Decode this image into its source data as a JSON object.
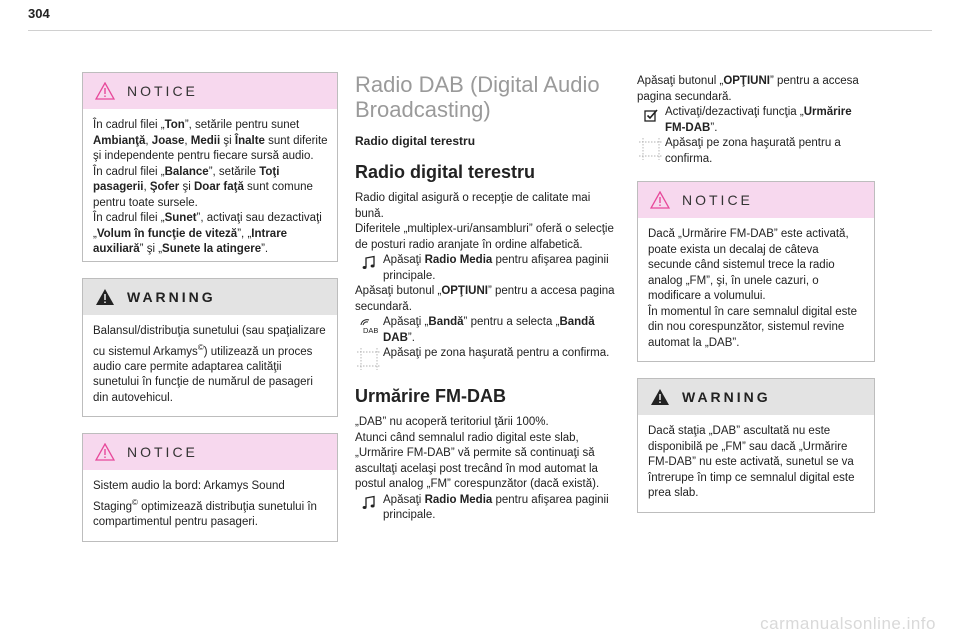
{
  "page": {
    "number": "304",
    "footer_logo": "carmanualsonline.info"
  },
  "col1": {
    "notice1": {
      "title": "NOTICE",
      "lines": [
        [
          "În cadrul filei „",
          "Ton",
          "”, setările pentru sunet "
        ],
        [
          "",
          "Ambianţă",
          ", ",
          "Joase",
          ", ",
          "Medii",
          " şi ",
          "Înalte",
          " sunt diferite şi independente pentru fiecare sursă audio."
        ],
        [
          "În cadrul filei „",
          "Balance",
          "”, setările ",
          "Toţi pasagerii",
          ", ",
          "Şofer",
          " şi ",
          "Doar faţă",
          " sunt comune pentru toate sursele."
        ],
        [
          "În cadrul filei „",
          "Sunet",
          "”, activaţi sau dezactivaţi „",
          "Volum în funcţie de viteză",
          "”, „",
          "Intrare auxiliară",
          "” şi „",
          "Sunete la atingere",
          "”."
        ]
      ]
    },
    "warning1": {
      "title": "WARNING",
      "text_a": "Balansul/distribuţia sunetului (sau spaţializare cu sistemul Arkamys",
      "sup": "©",
      "text_b": ") utilizează un proces audio care permite adaptarea calităţii sunetului în funcţie de numărul de pasageri din autovehicul."
    },
    "notice2": {
      "title": "NOTICE",
      "text_a": "Sistem audio la bord: Arkamys Sound Staging",
      "sup": "©",
      "text_b": " optimizează distribuţia sunetului în compartimentul pentru pasageri."
    }
  },
  "col2": {
    "title": "Radio DAB (Digital Audio Broadcasting)",
    "subtitle": "Radio digital terestru",
    "h_radio": "Radio digital terestru",
    "p1": "Radio digital asigură o recepţie de calitate mai bună.",
    "p2": "Diferitele „multiplex-uri/ansambluri” oferă o selecţie de posturi radio aranjate în ordine alfabetică.",
    "step1_a": "Apăsaţi ",
    "step1_b": "Radio Media",
    "step1_c": " pentru afişarea paginii principale.",
    "step2_a": "Apăsaţi butonul „",
    "step2_b": "OPŢIUNI",
    "step2_c": "” pentru a accesa pagina secundară.",
    "step3_a": "Apăsaţi „",
    "step3_b": "Bandă",
    "step3_c": "” pentru a selecta „",
    "step3_d": "Bandă DAB",
    "step3_e": "”.",
    "step3_icon": "DAB",
    "step4": "Apăsaţi pe zona haşurată pentru a confirma.",
    "h_follow": "Urmărire FM-DAB",
    "p3": "„DAB” nu acoperă teritoriul ţării 100%.",
    "p4": "Atunci când semnalul radio digital este slab, „Urmărire FM-DAB” vă permite să continuaţi să ascultaţi acelaşi post trecând în mod automat la postul analog „FM” corespunzător (dacă există).",
    "step5_a": "Apăsaţi ",
    "step5_b": "Radio Media",
    "step5_c": " pentru afişarea paginii principale."
  },
  "col3": {
    "step1_a": "Apăsaţi butonul „",
    "step1_b": "OPŢIUNI",
    "step1_c": "” pentru a accesa pagina secundară.",
    "step2_a": "Activaţi/dezactivaţi funcţia „",
    "step2_b": "Urmărire FM-DAB",
    "step2_c": "”.",
    "step3": "Apăsaţi pe zona haşurată pentru a confirma.",
    "notice": {
      "title": "NOTICE",
      "p1": "Dacă „Urmărire FM-DAB” este activată, poate exista un decalaj de câteva secunde când sistemul trece la radio analog „FM”, şi, în unele cazuri, o modificare a volumului.",
      "p2": "În momentul în care semnalul digital este din nou corespunzător, sistemul revine automat la „DAB”."
    },
    "warning": {
      "title": "WARNING",
      "text": "Dacă staţia „DAB” ascultată nu este disponibilă pe „FM” sau dacă „Urmărire FM-DAB” nu este activată, sunetul se va întrerupe în timp ce semnalul digital este prea slab."
    }
  },
  "icons": {
    "notice": "warning-outline-icon",
    "warning": "warning-filled-icon",
    "music": "music-note-icon",
    "dab": "dab-icon",
    "hatched": "hatched-zone-icon",
    "checkbox": "checkbox-icon"
  },
  "colors": {
    "notice_bg": "#f7d8ee",
    "notice_triangle": "#e7489a",
    "warning_bg": "#e3e3e3",
    "title_grey": "#9a9a9a"
  }
}
